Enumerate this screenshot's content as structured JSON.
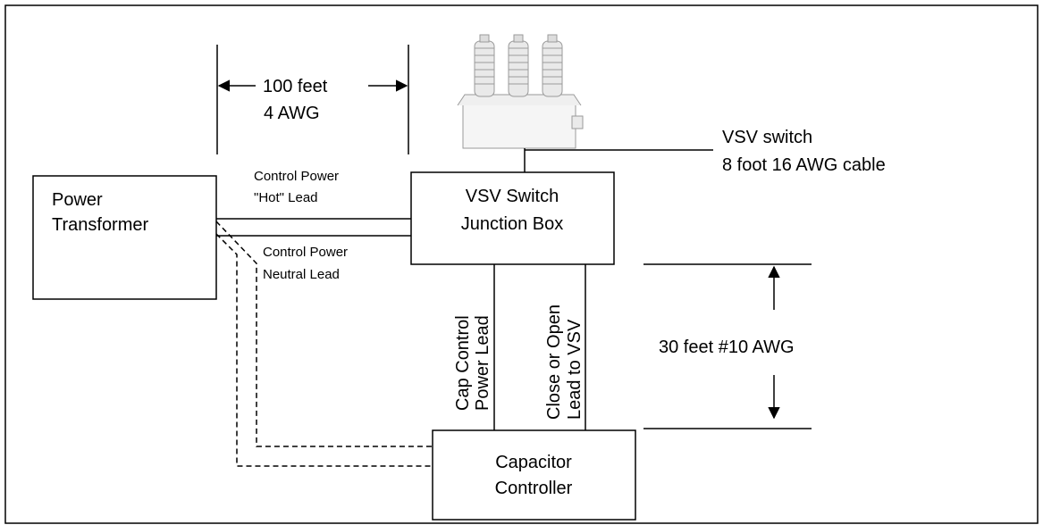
{
  "transformer": {
    "line1": "Power",
    "line2": "Transformer"
  },
  "junction_box": {
    "line1": "VSV Switch",
    "line2": "Junction Box"
  },
  "controller": {
    "line1": "Capacitor",
    "line2": "Controller"
  },
  "dim_top": {
    "line1": "100 feet",
    "line2": "4 AWG"
  },
  "hot_lead": {
    "line1": "Control  Power",
    "line2": "\"Hot\" Lead"
  },
  "neutral_lead": {
    "line1": "Control  Power",
    "line2": "Neutral Lead"
  },
  "vsv_cable": {
    "line1": "VSV switch",
    "line2": "8 foot 16 AWG cable"
  },
  "cap_power_lead": {
    "line1": "Cap Control",
    "line2": "Power Lead"
  },
  "close_open_lead": {
    "line1": "Close or Open",
    "line2": "Lead to VSV"
  },
  "dim_right": {
    "label": "30 feet #10 AWG"
  }
}
